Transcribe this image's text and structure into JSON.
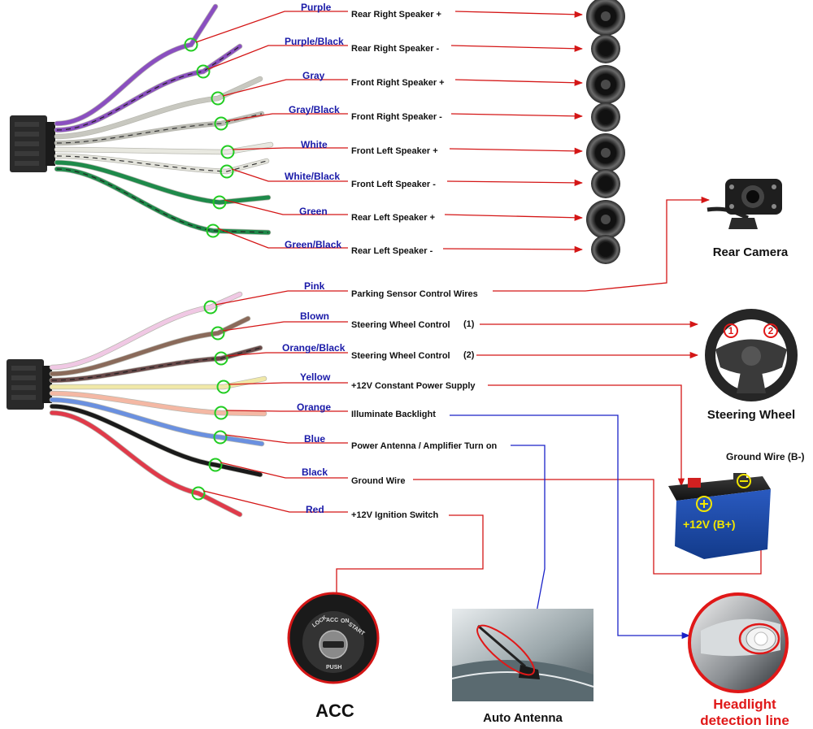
{
  "connector_top": {
    "wires": [
      {
        "color_name": "Purple",
        "function": "Rear Right Speaker +",
        "wire_color": "#8a4fc0",
        "stripe": ""
      },
      {
        "color_name": "Purple/Black",
        "function": "Rear Right Speaker -",
        "wire_color": "#8a4fc0",
        "stripe": "#222222"
      },
      {
        "color_name": "Gray",
        "function": "Front Right Speaker +",
        "wire_color": "#c8c8c0",
        "stripe": ""
      },
      {
        "color_name": "Gray/Black",
        "function": "Front Right Speaker -",
        "wire_color": "#bcbcb4",
        "stripe": "#333333"
      },
      {
        "color_name": "White",
        "function": "Front Left Speaker +",
        "wire_color": "#e8e8e0",
        "stripe": ""
      },
      {
        "color_name": "White/Black",
        "function": "Front Left Speaker -",
        "wire_color": "#e4e4dc",
        "stripe": "#333333"
      },
      {
        "color_name": "Green",
        "function": "Rear Left Speaker +",
        "wire_color": "#1e8a4a",
        "stripe": ""
      },
      {
        "color_name": "Green/Black",
        "function": "Rear Left Speaker -",
        "wire_color": "#1e8a4a",
        "stripe": "#222222"
      }
    ]
  },
  "connector_bottom": {
    "wires": [
      {
        "color_name": "Pink",
        "function": "Parking Sensor Control Wires",
        "wire_color": "#f0c8e4",
        "stripe": ""
      },
      {
        "color_name": "Blown",
        "function": "Steering Wheel Control",
        "function_index": "(1)",
        "wire_color": "#8a6a5a",
        "stripe": ""
      },
      {
        "color_name": "Orange/Black",
        "function": "Steering Wheel Control",
        "function_index": "(2)",
        "wire_color": "#6a4a4a",
        "stripe": "#222222"
      },
      {
        "color_name": "Yellow",
        "function": "+12V Constant Power Supply",
        "wire_color": "#f0e8a8",
        "stripe": ""
      },
      {
        "color_name": "Orange",
        "function": "Illuminate Backlight",
        "wire_color": "#f4b8a4",
        "stripe": ""
      },
      {
        "color_name": "Blue",
        "function": "Power Antenna / Amplifier Turn on",
        "wire_color": "#6a90e0",
        "stripe": ""
      },
      {
        "color_name": "Black",
        "function": "Ground Wire",
        "wire_color": "#1a1a1a",
        "stripe": ""
      },
      {
        "color_name": "Red",
        "function": "+12V  Ignition Switch",
        "wire_color": "#e03a4a",
        "stripe": ""
      }
    ]
  },
  "devices": {
    "rear_camera": "Rear Camera",
    "steering_wheel": "Steering Wheel",
    "acc": "ACC",
    "auto_antenna": "Auto Antenna",
    "headlight_line1": "Headlight",
    "headlight_line2": "detection line",
    "ground_wire_neg": "Ground Wire (B-)",
    "battery_label": "+12V  (B+)",
    "steering_btn_1": "1",
    "steering_btn_2": "2",
    "key_text_lock": "LOCK",
    "key_text_acc": "ACC",
    "key_text_on": "ON",
    "key_text_start": "START",
    "key_text_push": "PUSH"
  },
  "colors": {
    "leader_line": "#d41616",
    "antenna_line": "#1a22c8",
    "wire_label": "#1a1aa8",
    "splice_marker": "#22cc22",
    "headlight_label": "#e01818"
  }
}
